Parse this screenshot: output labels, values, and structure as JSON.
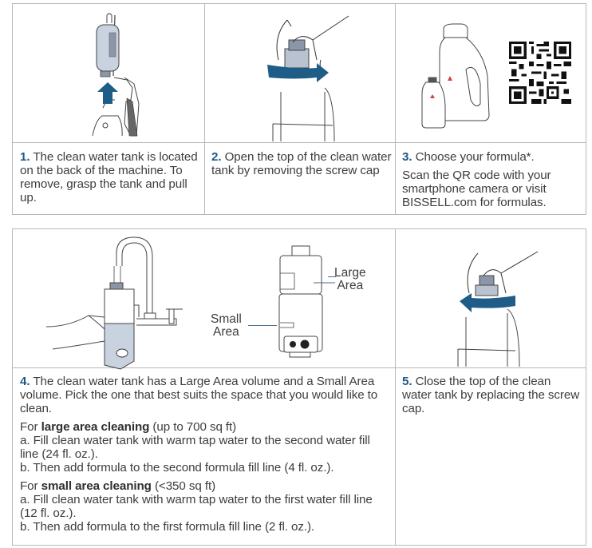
{
  "colors": {
    "accent_blue": "#1c5a85",
    "arrow_blue": "#1e5d87",
    "tank_fill": "#c9d2df",
    "border": "#b8b8b8",
    "text": "#3d3d3d"
  },
  "steps": [
    {
      "number": "1.",
      "illustration": "remove-tank-illustration",
      "paragraphs": [
        "The clean water tank is located on the back of the machine. To remove, grasp the tank and pull up."
      ]
    },
    {
      "number": "2.",
      "illustration": "unscrew-cap-illustration",
      "paragraphs": [
        "Open the top of the clean water tank by removing the screw cap"
      ]
    },
    {
      "number": "3.",
      "illustration": "formula-bottles-and-qr-illustration",
      "paragraphs": [
        "Choose your formula*.",
        "Scan the QR code with your smartphone camera or visit BISSELL.com for formulas."
      ]
    },
    {
      "number": "4.",
      "illustration": "fill-tank-at-faucet-illustration",
      "intro": "The clean water tank has a Large Area volume and a Small Area volume. Pick the one that best suits the space that you would like to clean.",
      "large": {
        "prefix": "For ",
        "bold": "large area cleaning",
        "suffix": " (up to 700 sq ft)",
        "a": "a. Fill clean water tank with warm tap water to the second water fill line (24 fl. oz.).",
        "b": "b. Then add formula to the second formula fill line (4 fl. oz.)."
      },
      "small": {
        "prefix": "For ",
        "bold": "small area cleaning",
        "suffix": " (<350 sq ft)",
        "a": "a. Fill clean water tank with warm tap water to the first water fill line (12 fl. oz.).",
        "b": "b. Then add formula to the first formula fill line (2 fl. oz.)."
      },
      "callouts": {
        "large_line1": "Large",
        "large_line2": "Area",
        "small_line1": "Small",
        "small_line2": "Area"
      }
    },
    {
      "number": "5.",
      "illustration": "replace-cap-illustration",
      "paragraphs": [
        "Close the top of the clean water tank by replacing the screw cap."
      ]
    }
  ]
}
